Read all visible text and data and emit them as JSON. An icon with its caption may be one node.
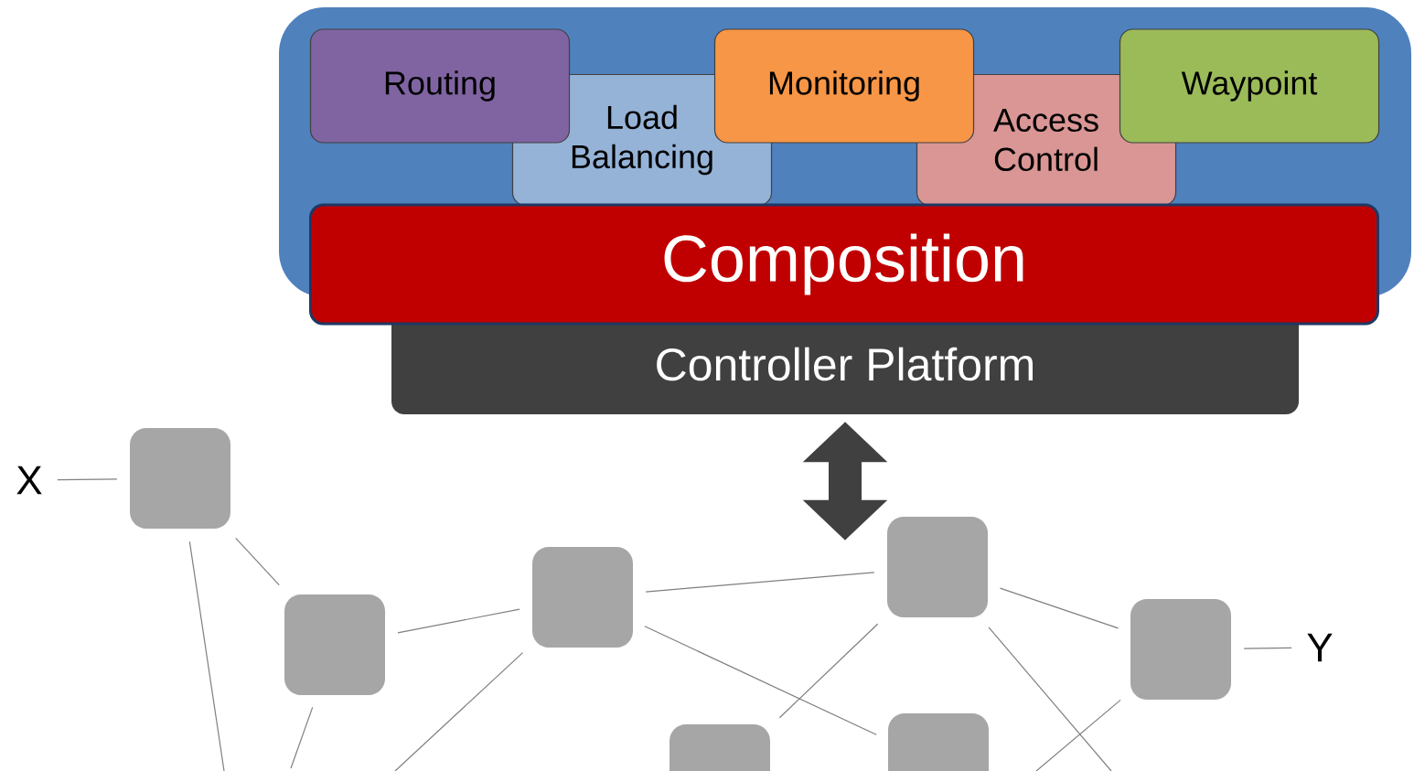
{
  "diagram": {
    "nodes": [
      {
        "text": [
          "Routing"
        ]
      },
      {
        "text": [
          "Load Balancing"
        ]
      },
      {
        "text": [
          "Monitoring"
        ]
      },
      {
        "text": [
          "Access Control"
        ]
      },
      {
        "text": [
          "Waypoint"
        ]
      },
      {
        "text": [
          "Composition"
        ]
      },
      {
        "text": [
          "Controller Platform"
        ]
      },
      {
        "text": [
          "X"
        ]
      },
      {
        "text": [],
        "shape": "box"
      },
      {
        "text": [],
        "shape": "box"
      },
      {
        "text": [],
        "shape": "box"
      },
      {
        "text": [],
        "shape": "box"
      },
      {
        "text": [],
        "shape": "box"
      },
      {
        "text": [
          "Y"
        ]
      },
      {
        "text": [],
        "shape": "box"
      },
      {
        "text": [],
        "shape": "box"
      }
    ],
    "edges": [
      {
        "from": 6,
        "to": 11,
        "arrow": "both",
        "style": "thick",
        "color": "#404040"
      },
      {
        "from": 7,
        "to": 8,
        "arrow": "none"
      },
      {
        "from": 8,
        "to": 9,
        "arrow": "none"
      },
      {
        "from": 8,
        "to": null,
        "arrow": "none"
      },
      {
        "from": 9,
        "to": 10,
        "arrow": "none"
      },
      {
        "from": 9,
        "to": null,
        "arrow": "none"
      },
      {
        "from": 10,
        "to": null,
        "arrow": "none"
      },
      {
        "from": 10,
        "to": 11,
        "arrow": "none"
      },
      {
        "from": 10,
        "to": 15,
        "arrow": "none"
      },
      {
        "from": 11,
        "to": 12,
        "arrow": "none"
      },
      {
        "from": 11,
        "to": 14,
        "arrow": "none"
      },
      {
        "from": 11,
        "to": null,
        "arrow": "none"
      },
      {
        "from": 12,
        "to": 13,
        "arrow": "none"
      },
      {
        "from": 12,
        "to": null,
        "arrow": "none"
      }
    ]
  }
}
